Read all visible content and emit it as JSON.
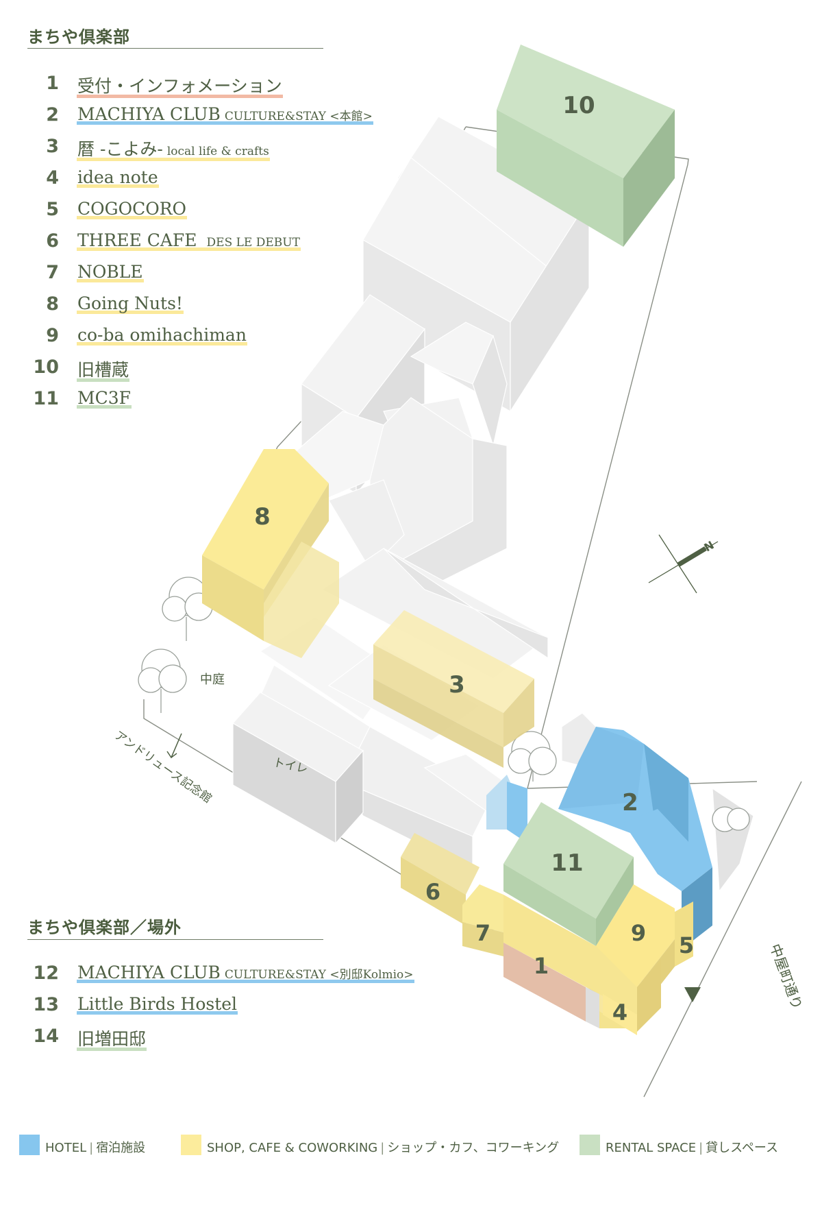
{
  "section_main": {
    "title": "まちや倶楽部",
    "items": [
      {
        "num": "1",
        "name": "受付・インフォメーション",
        "sub": "",
        "category": "info"
      },
      {
        "num": "2",
        "name": "MACHIYA CLUB",
        "sub": "CULTURE&STAY <本館>",
        "category": "hotel"
      },
      {
        "num": "3",
        "name": "暦 -こよみ-",
        "sub": "local life & crafts",
        "category": "shop"
      },
      {
        "num": "4",
        "name": "idea note",
        "sub": "",
        "category": "shop"
      },
      {
        "num": "5",
        "name": "COGOCORO",
        "sub": "",
        "category": "shop"
      },
      {
        "num": "6",
        "name": "THREE CAFE",
        "sub": "DES LE DEBUT",
        "category": "shop"
      },
      {
        "num": "7",
        "name": "NOBLE",
        "sub": "",
        "category": "shop"
      },
      {
        "num": "8",
        "name": "Going Nuts!",
        "sub": "",
        "category": "shop"
      },
      {
        "num": "9",
        "name": "co-ba omihachiman",
        "sub": "",
        "category": "shop"
      },
      {
        "num": "10",
        "name": "旧槽蔵",
        "sub": "",
        "category": "rental"
      },
      {
        "num": "11",
        "name": "MC3F",
        "sub": "",
        "category": "rental"
      }
    ]
  },
  "section_outside": {
    "title": "まちや倶楽部／場外",
    "items": [
      {
        "num": "12",
        "name": "MACHIYA CLUB",
        "sub": "CULTURE&STAY <別邸Kolmio>",
        "category": "hotel"
      },
      {
        "num": "13",
        "name": "Little Birds Hostel",
        "sub": "",
        "category": "hotel"
      },
      {
        "num": "14",
        "name": "旧増田邸",
        "sub": "",
        "category": "rental"
      }
    ]
  },
  "map": {
    "labels": {
      "courtyard": "中庭",
      "toilet": "トイレ",
      "andrews": "アンドリュース記念館",
      "street": "中屋町通り",
      "north": "N"
    },
    "building_numbers": [
      "1",
      "2",
      "3",
      "4",
      "5",
      "6",
      "7",
      "8",
      "9",
      "10",
      "11"
    ]
  },
  "legend": [
    {
      "label": "HOTEL",
      "sep": "|",
      "jp": "宿泊施設",
      "color": "#86c6ee"
    },
    {
      "label": "SHOP, CAFE & COWORKING",
      "sep": "|",
      "jp": "ショップ・カフ、コワーキング",
      "color": "#fcec9c"
    },
    {
      "label": "RENTAL SPACE",
      "sep": "|",
      "jp": "貸しスペース",
      "color": "#c9e0c2"
    }
  ],
  "colors": {
    "hotel": "#86c6ee",
    "shop": "#fcec9c",
    "rental": "#c9e0c2",
    "info": "#e8bfae",
    "text": "#4f6044"
  }
}
